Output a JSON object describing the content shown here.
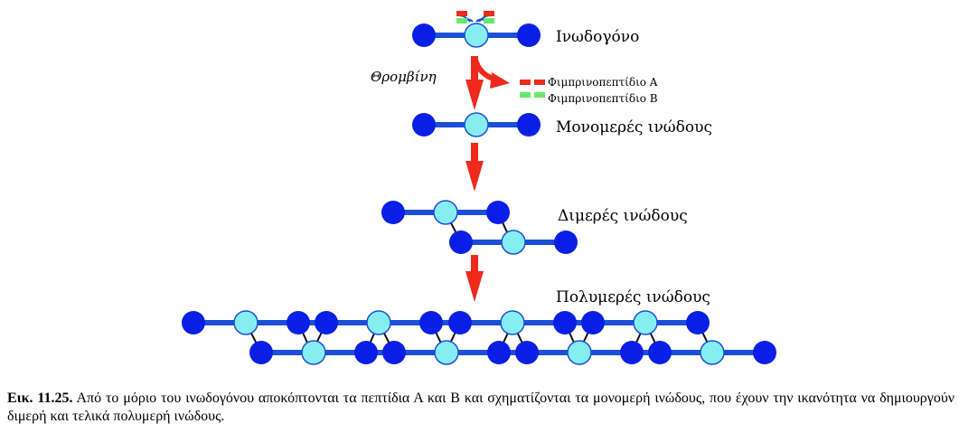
{
  "labels": {
    "fibrinogen": "Ινωδογόνο",
    "thrombin": "Θρομβίνη",
    "peptide_a": "Φιμπρινοπεπτίδιο Α",
    "peptide_b": "Φιμπρινοπεπτίδιο Β",
    "monomer": "Μονομερές ινώδους",
    "dimer": "Διμερές ινώδους",
    "polymer": "Πολυμερές ινώδους"
  },
  "caption": {
    "figure_number": "Εικ. 11.25.",
    "text": "Από το μόριο του ινωδογόνου αποκόπτονται τα πεπτίδια Α και Β και σχηματίζονται τα μονομερή ινώδους, που έχουν την ικανότητα να δημιουργούν διμερή και τελικά πολυμερή ινώδους."
  },
  "colors": {
    "rod": "#1c4fd8",
    "domain_end": "#0a1fe6",
    "domain_center": "#86eef2",
    "arrow": "#ee2a1c",
    "peptide_a": "#ee2a1c",
    "peptide_b": "#6be86b",
    "link": "#111111"
  },
  "icons": {
    "arrow": "red-down-arrow",
    "molecule": "rod-with-three-globular-domains"
  }
}
